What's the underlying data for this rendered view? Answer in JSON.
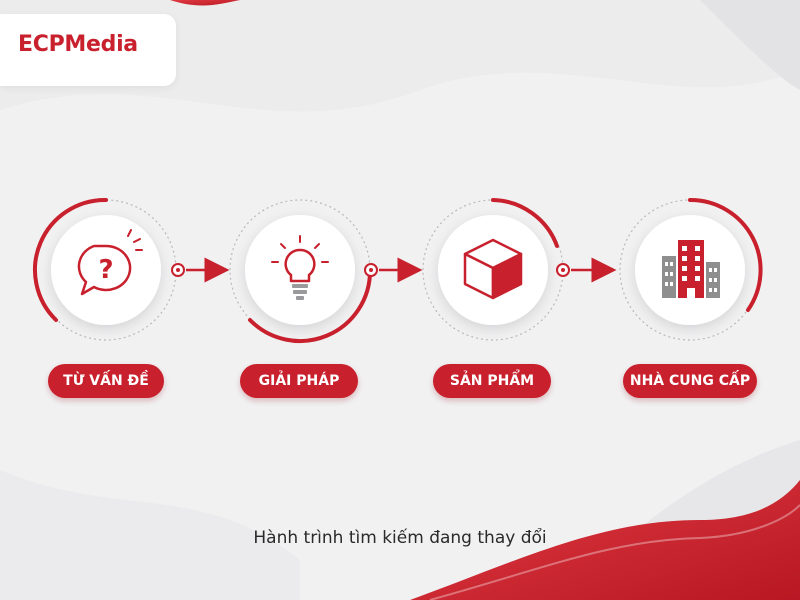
{
  "logo": {
    "part1": "ECP",
    "part2": "Media"
  },
  "steps": [
    {
      "label": "TỪ VẤN ĐỀ",
      "icon": "question-bubble-icon"
    },
    {
      "label": "GIẢI PHÁP",
      "icon": "lightbulb-icon"
    },
    {
      "label": "SẢN PHẨM",
      "icon": "box-icon"
    },
    {
      "label": "NHÀ CUNG CẤP",
      "icon": "building-icon"
    }
  ],
  "caption": "Hành trình tìm kiếm đang thay đổi",
  "colors": {
    "accent": "#c8202c",
    "background": "#f1f1f2",
    "circle_fill": "#ffffff",
    "building_gray": "#8e8e8e"
  }
}
